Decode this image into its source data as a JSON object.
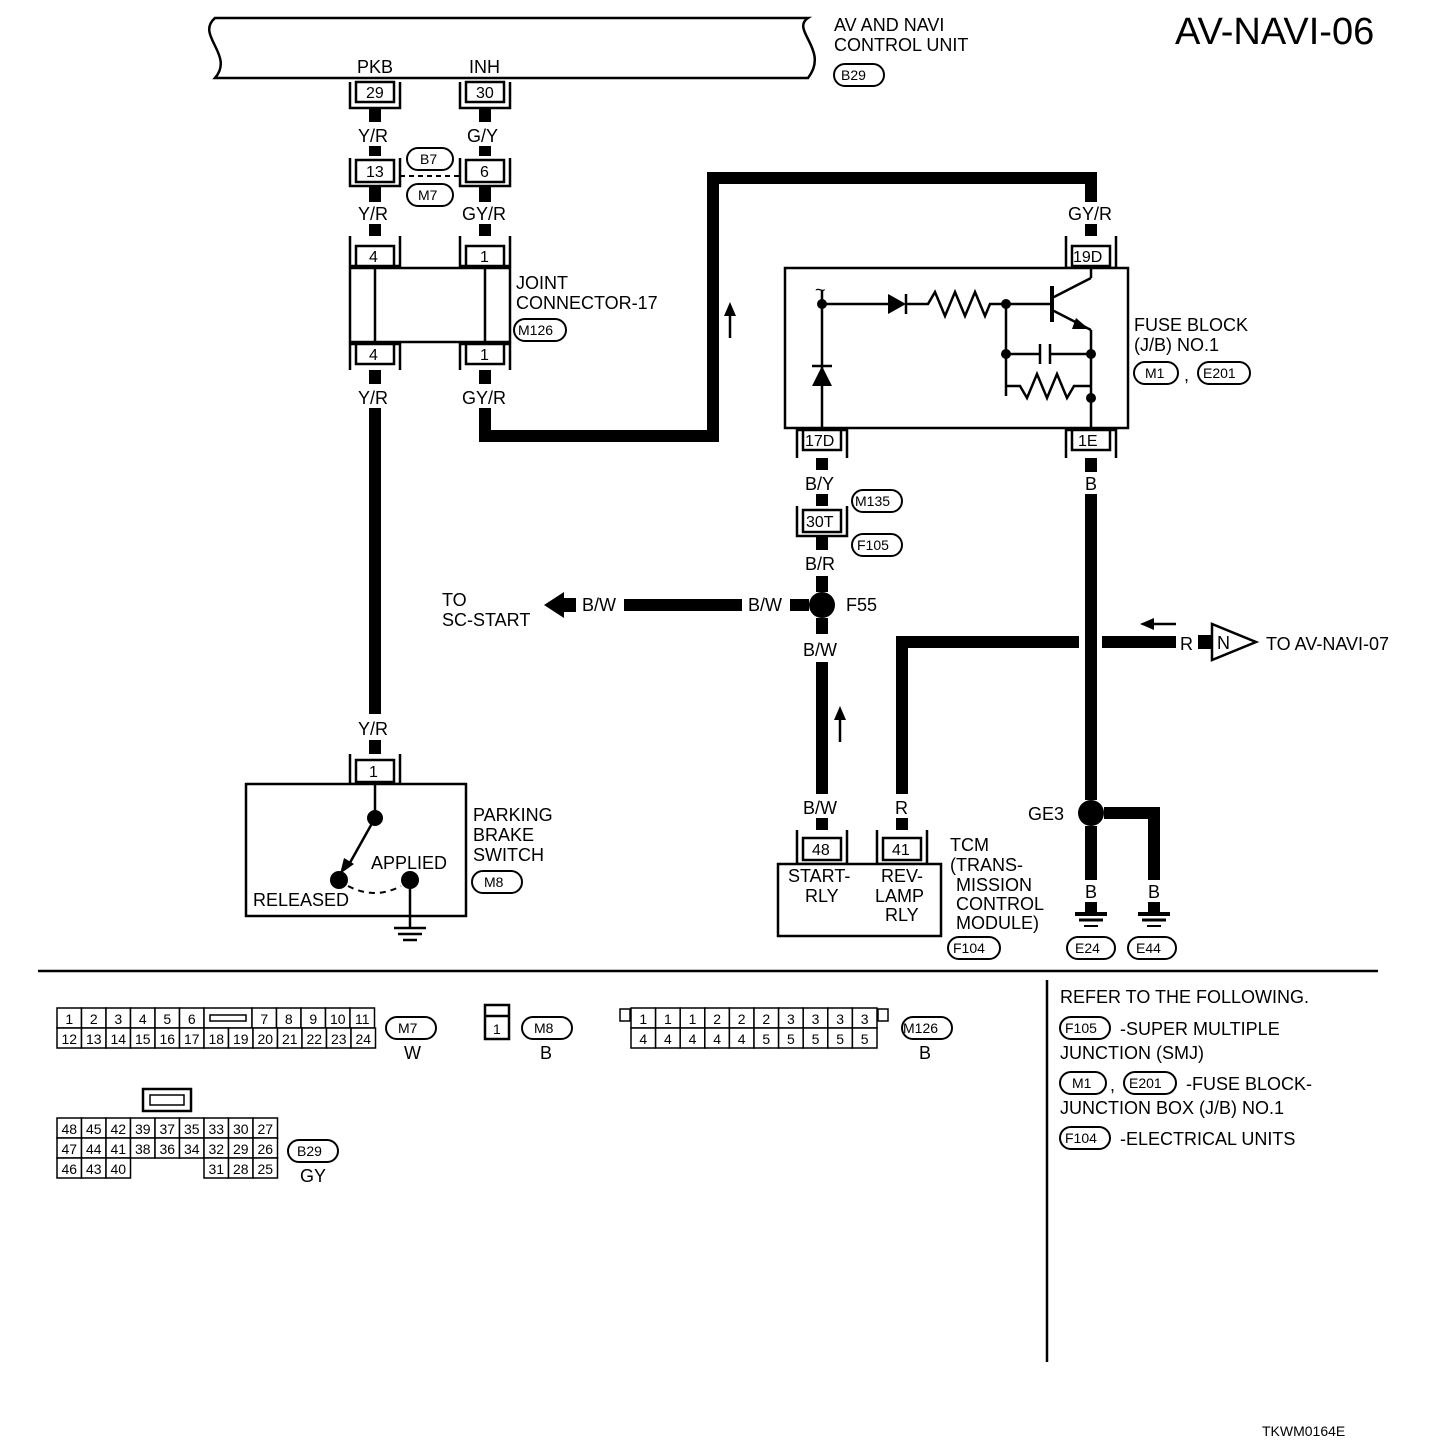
{
  "title": "AV-NAVI-06",
  "footer_code": "TKWM0164E",
  "control_unit": {
    "name_line1": "AV AND NAVI",
    "name_line2": "CONTROL UNIT",
    "connector": "B29",
    "pin_pkb_label": "PKB",
    "pin_pkb": "29",
    "pin_inh_label": "INH",
    "pin_inh": "30"
  },
  "wires": {
    "yr": "Y/R",
    "gy": "G/Y",
    "gyr": "GY/R",
    "by": "B/Y",
    "br": "B/R",
    "bw": "B/W",
    "b": "B",
    "r": "R"
  },
  "inline_connector": {
    "top": "B7",
    "bottom": "M7",
    "pin_left": "13",
    "pin_right": "6"
  },
  "joint_connector": {
    "name_line1": "JOINT",
    "name_line2": "CONNECTOR-17",
    "connector": "M126",
    "pin_left_top": "4",
    "pin_right_top": "1",
    "pin_left_bottom": "4",
    "pin_right_bottom": "1"
  },
  "fuse_block": {
    "name_line1": "FUSE BLOCK",
    "name_line2": "(J/B) NO.1",
    "connector1": "M1",
    "sep": ",",
    "connector2": "E201",
    "pin_top": "19D",
    "pin_bottom_left": "17D",
    "pin_bottom_right": "1E"
  },
  "smj": {
    "pin": "30T",
    "connector_top": "M135",
    "connector_bottom": "F105"
  },
  "splice": {
    "label": "F55",
    "to_line1": "TO",
    "to_line2": "SC-START"
  },
  "to_navi07": {
    "label": "TO AV-NAVI-07",
    "symbol": "N"
  },
  "parking_brake": {
    "name_line1": "PARKING",
    "name_line2": "BRAKE",
    "name_line3": "SWITCH",
    "connector": "M8",
    "pin": "1",
    "applied": "APPLIED",
    "released": "RELEASED"
  },
  "tcm": {
    "name_line1": "TCM",
    "name_line2": "(TRANS-",
    "name_line3": "MISSION",
    "name_line4": "CONTROL",
    "name_line5": "MODULE)",
    "connector": "F104",
    "pin_start": "48",
    "pin_rev": "41",
    "start_line1": "START-",
    "start_line2": "RLY",
    "rev_line1": "REV-",
    "rev_line2": "LAMP",
    "rev_line3": "RLY"
  },
  "ground": {
    "splice_label": "GE3",
    "g1": "E24",
    "g2": "E44"
  },
  "reference": {
    "heading": "REFER TO THE FOLLOWING.",
    "r1_conn": "F105",
    "r1_line1": "-SUPER MULTIPLE",
    "r1_line2": "JUNCTION (SMJ)",
    "r2_conn1": "M1",
    "r2_sep": ",",
    "r2_conn2": "E201",
    "r2_line1": "-FUSE BLOCK-",
    "r2_line2": "JUNCTION BOX (J/B) NO.1",
    "r3_conn": "F104",
    "r3_line1": "-ELECTRICAL UNITS"
  },
  "connector_views": {
    "m7": {
      "id": "M7",
      "color": "W",
      "row1": [
        "1",
        "2",
        "3",
        "4",
        "5",
        "6",
        "",
        "7",
        "8",
        "9",
        "10",
        "11"
      ],
      "row2": [
        "12",
        "13",
        "14",
        "15",
        "16",
        "17",
        "18",
        "19",
        "20",
        "21",
        "22",
        "23",
        "24"
      ]
    },
    "m8": {
      "id": "M8",
      "color": "B",
      "pin": "1"
    },
    "m126": {
      "id": "M126",
      "color": "B",
      "row1": [
        "1",
        "1",
        "1",
        "2",
        "2",
        "2",
        "3",
        "3",
        "3",
        "3"
      ],
      "row2": [
        "4",
        "4",
        "4",
        "4",
        "4",
        "5",
        "5",
        "5",
        "5",
        "5"
      ]
    },
    "b29": {
      "id": "B29",
      "color": "GY",
      "row1": [
        "48",
        "45",
        "42",
        "39",
        "37",
        "35",
        "33",
        "30",
        "27"
      ],
      "row2": [
        "47",
        "44",
        "41",
        "38",
        "36",
        "34",
        "32",
        "29",
        "26"
      ],
      "row3": [
        "46",
        "43",
        "40",
        "",
        "",
        "",
        "31",
        "28",
        "25"
      ]
    }
  }
}
